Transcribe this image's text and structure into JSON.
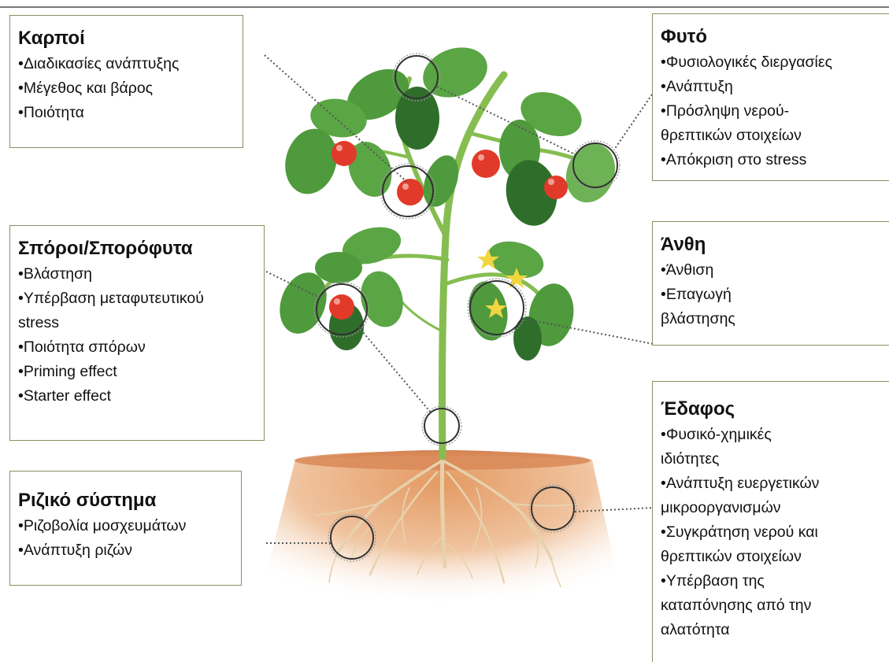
{
  "boxes": {
    "karpoi": {
      "title": "Καρποί",
      "items": [
        "•Διαδικασίες ανάπτυξης",
        "•Μέγεθος και βάρος",
        "•Ποιότητα"
      ]
    },
    "sporoi": {
      "title": "Σπόροι/Σπορόφυτα",
      "items": [
        "•Βλάστηση",
        "•Υπέρβαση μεταφυτευτικού",
        "stress",
        "•Ποιότητα σπόρων",
        "•Priming effect",
        "•Starter effect"
      ]
    },
    "riziko": {
      "title": "Ριζικό σύστημα",
      "items": [
        "•Ριζοβολία μοσχευμάτων",
        "•Ανάπτυξη ριζών"
      ]
    },
    "fyto": {
      "title": "Φυτό",
      "items": [
        "•Φυσιολογικές διεργασίες",
        "•Ανάπτυξη",
        "•Πρόσληψη νερού-",
        "θρεπτικών στοιχείων",
        "•Απόκριση στο stress"
      ]
    },
    "anthi": {
      "title": "Άνθη",
      "items": [
        "•Άνθιση",
        "•Επαγωγή",
        "βλάστησης"
      ]
    },
    "edafos": {
      "title": "Έδαφος",
      "items": [
        "•Φυσικό-χημικές",
        "ιδιότητες",
        "•Ανάπτυξη ευεργετικών",
        "μικροοργανισμών",
        "•Συγκράτηση νερού και",
        "θρεπτικών στοιχείων",
        "•Υπέρβαση της",
        "καταπόνησης από την",
        "αλατότητα"
      ]
    }
  },
  "colors": {
    "leaf": "#4f9a3c",
    "leaf_dark": "#2f6e2a",
    "stem": "#7fb84a",
    "tomato": "#e23a2a",
    "soil": "#e7a77a",
    "root": "#d9c29a",
    "flower": "#f2d640",
    "box_border": "#8a8f62"
  }
}
